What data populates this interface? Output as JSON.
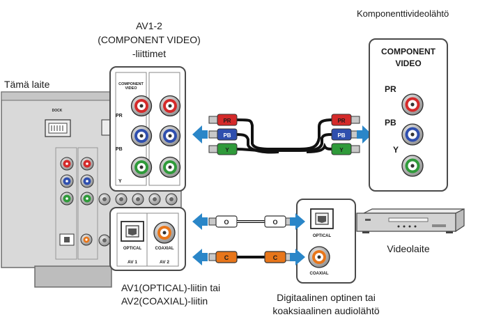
{
  "labels": {
    "av12_title": "AV1-2",
    "av12_sub": "(COMPONENT VIDEO)",
    "av12_connectors": "-liittimet",
    "this_unit": "Tämä laite",
    "component_output": "Komponenttivideolähtö",
    "video_device": "Videolaite",
    "av_audio_1": "AV1(OPTICAL)-liitin tai",
    "av_audio_2": "AV2(COAXIAL)-liitin",
    "dig_out_1": "Digitaalinen optinen tai",
    "dig_out_2": "koaksiaalinen audiolähtö"
  },
  "panel_text": {
    "component": "COMPONENT",
    "video": "VIDEO",
    "pr": "PR",
    "pb": "PB",
    "y": "Y",
    "optical": "OPTICAL",
    "coaxial": "COAXIAL",
    "av1": "AV 1",
    "av2": "AV 2",
    "dock": "DOCK"
  },
  "cable_tags": {
    "pr": "PR",
    "pb": "PB",
    "y": "Y",
    "optical": "O",
    "coaxial": "C"
  },
  "colors": {
    "red": "#d42a2a",
    "blue": "#2f4fae",
    "green": "#2f9a3a",
    "orange": "#e8761a",
    "arrow": "#2a86c8",
    "device_grey": "#d3d3d3"
  }
}
